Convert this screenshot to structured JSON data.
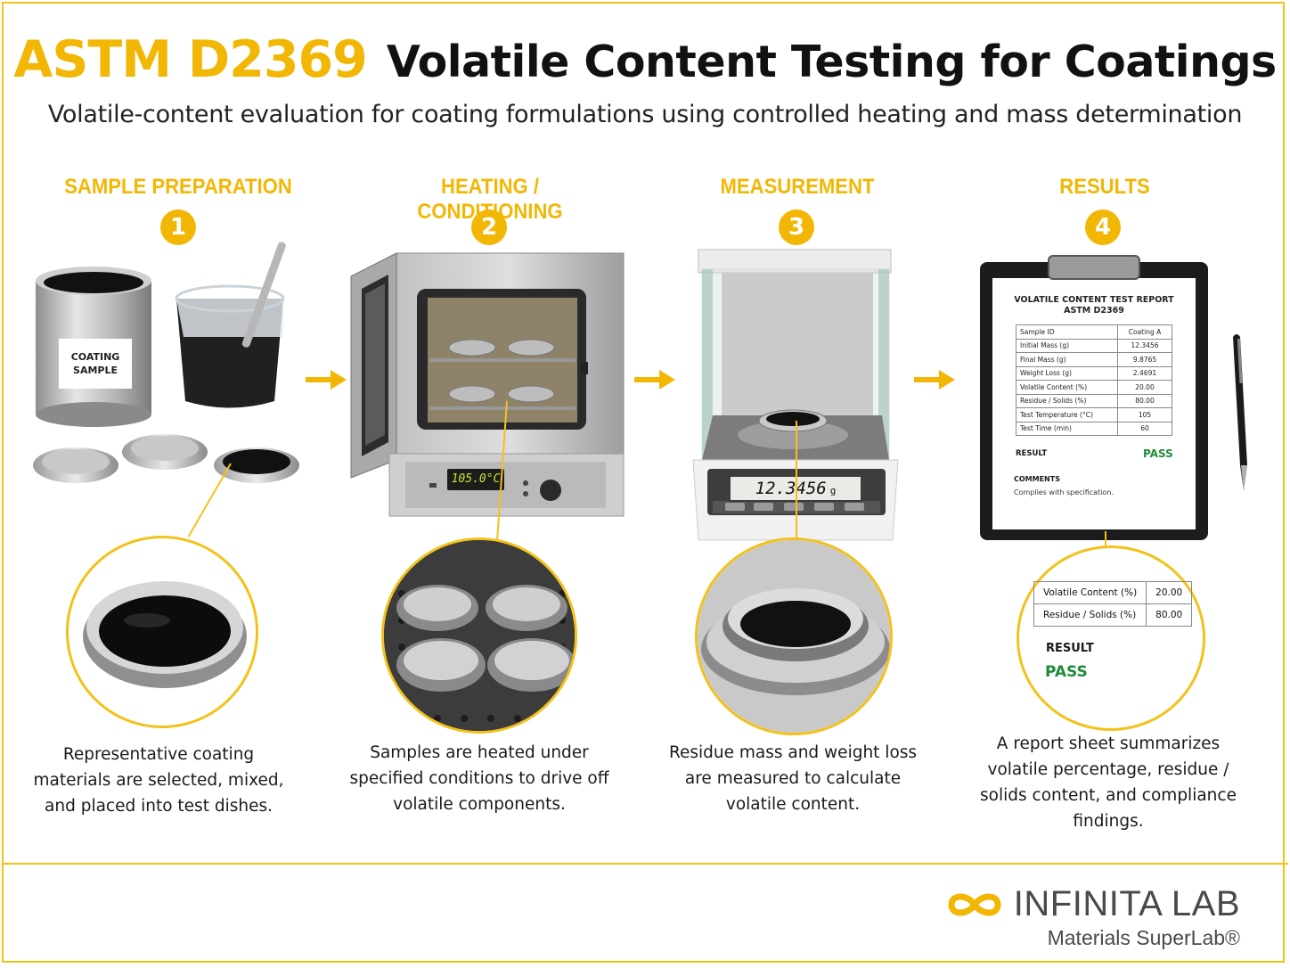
{
  "header": {
    "standard_code": "ASTM D2369",
    "title": "Volatile Content Testing for Coatings",
    "subtitle": "Volatile-content evaluation for coating formulations using controlled heating and mass determination"
  },
  "steps": [
    {
      "number": "1",
      "heading": "SAMPLE PREPARATION",
      "description": "Representative coating materials are selected, mixed, and placed into test dishes."
    },
    {
      "number": "2",
      "heading": "HEATING / CONDITIONING",
      "description": "Samples are heated under specified conditions to drive off volatile components."
    },
    {
      "number": "3",
      "heading": "MEASUREMENT",
      "description": "Residue mass and weight loss are measured to calculate volatile content."
    },
    {
      "number": "4",
      "heading": "RESULTS",
      "description": "A report sheet summarizes volatile percentage, residue / solids content, and compliance findings."
    }
  ],
  "equipment": {
    "can_label": "COATING SAMPLE",
    "oven_display": "105.0°C",
    "balance_display": "12.3456",
    "balance_unit": "g"
  },
  "report": {
    "title": "VOLATILE CONTENT TEST REPORT",
    "standard": "ASTM D2369",
    "rows": [
      {
        "label": "Sample ID",
        "value": "Coating A"
      },
      {
        "label": "Initial Mass (g)",
        "value": "12.3456"
      },
      {
        "label": "Final Mass (g)",
        "value": "9.8765"
      },
      {
        "label": "Weight Loss (g)",
        "value": "2.4691"
      },
      {
        "label": "Volatile Content (%)",
        "value": "20.00"
      },
      {
        "label": "Residue / Solids (%)",
        "value": "80.00"
      },
      {
        "label": "Test Temperature (°C)",
        "value": "105"
      },
      {
        "label": "Test Time (min)",
        "value": "60"
      }
    ],
    "result_label": "RESULT",
    "result_value": "PASS",
    "comments_label": "COMMENTS",
    "comments": "Complies with specification."
  },
  "magnified_report": {
    "rows": [
      {
        "label": "Volatile Content (%)",
        "value": "20.00"
      },
      {
        "label": "Residue / Solids (%)",
        "value": "80.00"
      }
    ],
    "result_label": "RESULT",
    "result_value": "PASS"
  },
  "logo": {
    "brand": "INFINITA LAB",
    "tagline": "Materials SuperLab®"
  },
  "colors": {
    "accent": "#f2b705",
    "pass_green": "#1f8a3a"
  }
}
